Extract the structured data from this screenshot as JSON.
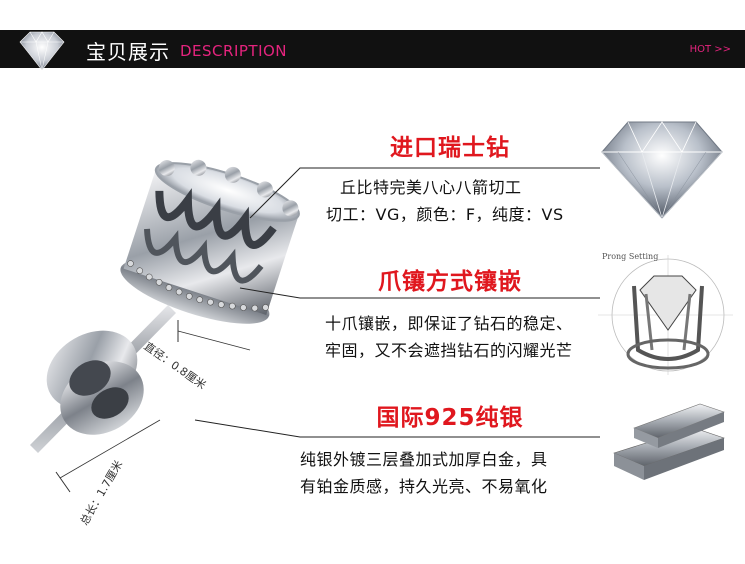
{
  "header": {
    "title_cn": "宝贝展示",
    "title_en": "DESCRIPTION",
    "hot_link": "HOT >>"
  },
  "features": [
    {
      "title": "进口瑞士钻",
      "lines": [
        "丘比特完美八心八箭切工",
        "切工：VG，颜色：F，纯度：VS"
      ]
    },
    {
      "title": "爪镶方式镶嵌",
      "lines": [
        "十爪镶嵌，即保证了钻石的稳定、",
        "牢固，又不会遮挡钻石的闪耀光芒"
      ]
    },
    {
      "title": "国际925纯银",
      "lines": [
        "纯银外镀三层叠加式加厚白金，具",
        "有铂金质感，持久光亮、不易氧化"
      ]
    }
  ],
  "dimensions": {
    "diameter": "直径：0.8厘米",
    "length": "总长：1.7厘米"
  },
  "prong_setting_label": "Prong Setting",
  "colors": {
    "accent_red": "#e0171e",
    "accent_pink": "#e5247e",
    "header_bg": "#111111"
  }
}
